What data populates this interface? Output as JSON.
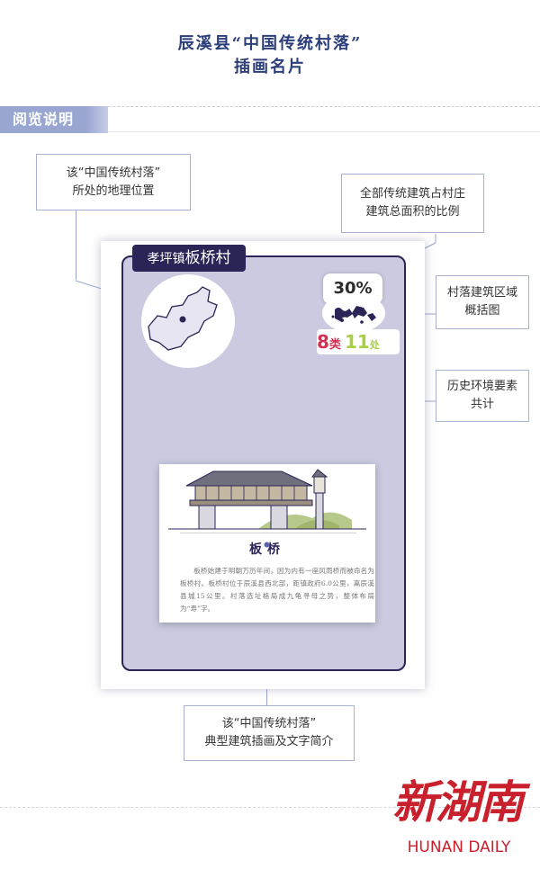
{
  "header": {
    "title_line1": "辰溪县“中国传统村落”",
    "title_line2": "插画名片"
  },
  "section": {
    "label": "阅览说明"
  },
  "callouts": {
    "location": {
      "line1": "该“中国传统村落”",
      "line2": "所处的地理位置"
    },
    "ratio": {
      "line1": "全部传统建筑占村庄",
      "line2": "建筑总面积的比例"
    },
    "buildings_area": {
      "line1": "村落建筑区域",
      "line2": "概括图"
    },
    "heritage_count": {
      "line1": "历史环境要素",
      "line2": "共计"
    },
    "illustration": {
      "line1": "该“中国传统村落”",
      "line2": "典型建筑插画及文字简介"
    }
  },
  "card": {
    "town": "孝坪镇",
    "village": "板桥村",
    "ratio": "30%",
    "category_count": "8",
    "category_unit": "类",
    "site_count": "11",
    "site_unit": "处",
    "illustration_title": "板桥",
    "illustration_text": "板桥始建于明朝万历年间，因为内有一座风雨桥而被命名为板桥村。板桥村位于辰溪县西北部，距镇政府6.0公里，离辰溪县城15公里。村落选址格局成九龟寻母之势，整体布局为“寿”字。"
  },
  "logo": {
    "cn": "新湖南",
    "en": "HUNAN DAILY"
  },
  "colors": {
    "navy": "#2b2456",
    "lavender": "#cbcae0",
    "title_blue": "#2c3e7a",
    "callout_border": "#a9b2d4",
    "red": "#c8202c",
    "green": "#a6cf41"
  }
}
